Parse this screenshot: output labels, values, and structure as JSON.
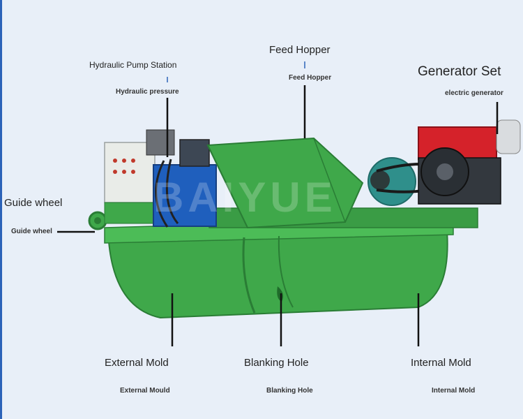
{
  "labels": {
    "hydraulic_pump_station": "Hydraulic Pump Station",
    "hydraulic_pressure": "Hydraulic pressure",
    "feed_hopper_main": "Feed Hopper",
    "feed_hopper_sub": "Feed Hopper",
    "generator_set": "Generator Set",
    "electric_generator": "electric generator",
    "guide_wheel_main": "Guide wheel",
    "guide_wheel_sub": "Guide wheel",
    "external_mold_main": "External Mold",
    "external_mold_sub": "External Mould",
    "blanking_hole_main": "Blanking Hole",
    "blanking_hole_sub": "Blanking Hole",
    "internal_mold_main": "Internal Mold",
    "internal_mold_sub": "Internal Mold"
  },
  "watermark": "BAIYUE",
  "colors": {
    "background": "#e8eff8",
    "machine_green": "#3fa84a",
    "pump_blue": "#1f5fbd",
    "generator_red": "#d5222a"
  }
}
